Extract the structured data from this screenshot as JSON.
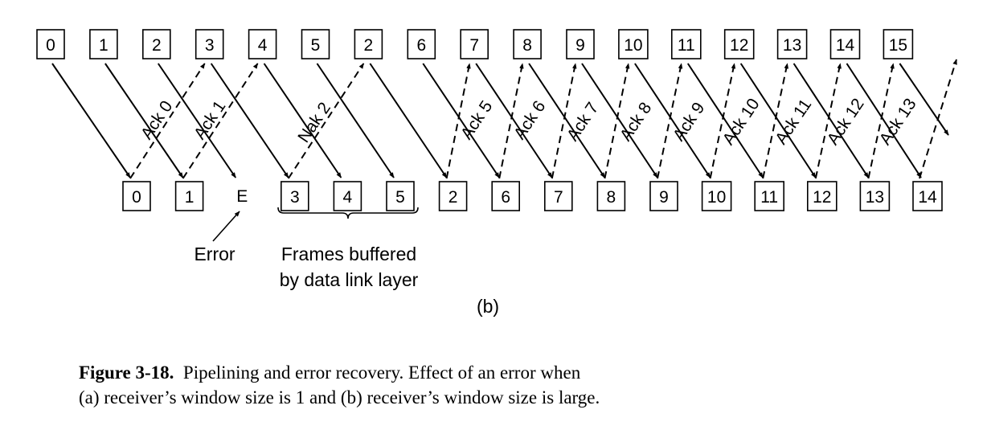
{
  "sender_frames": [
    "0",
    "1",
    "2",
    "3",
    "4",
    "5",
    "2",
    "6",
    "7",
    "8",
    "9",
    "10",
    "11",
    "12",
    "13",
    "14",
    "15"
  ],
  "receiver_frames": [
    "0",
    "1",
    "E",
    "3",
    "4",
    "5",
    "2",
    "6",
    "7",
    "8",
    "9",
    "10",
    "11",
    "12",
    "13",
    "14"
  ],
  "acks": [
    "Ack 0",
    "Ack 1",
    "Nak 2",
    "Ack 5",
    "Ack 6",
    "Ack 7",
    "Ack 8",
    "Ack 9",
    "Ack 10",
    "Ack 11",
    "Ack 12",
    "Ack 13"
  ],
  "labels": {
    "error": "Error",
    "buffered_line1": "Frames buffered",
    "buffered_line2": "by data link layer",
    "part": "(b)"
  },
  "caption": {
    "figure": "Figure 3-18.",
    "line1": "Pipelining and error recovery. Effect of an error when",
    "line2": "(a) receiver’s window size is 1 and (b) receiver’s window size is large."
  }
}
